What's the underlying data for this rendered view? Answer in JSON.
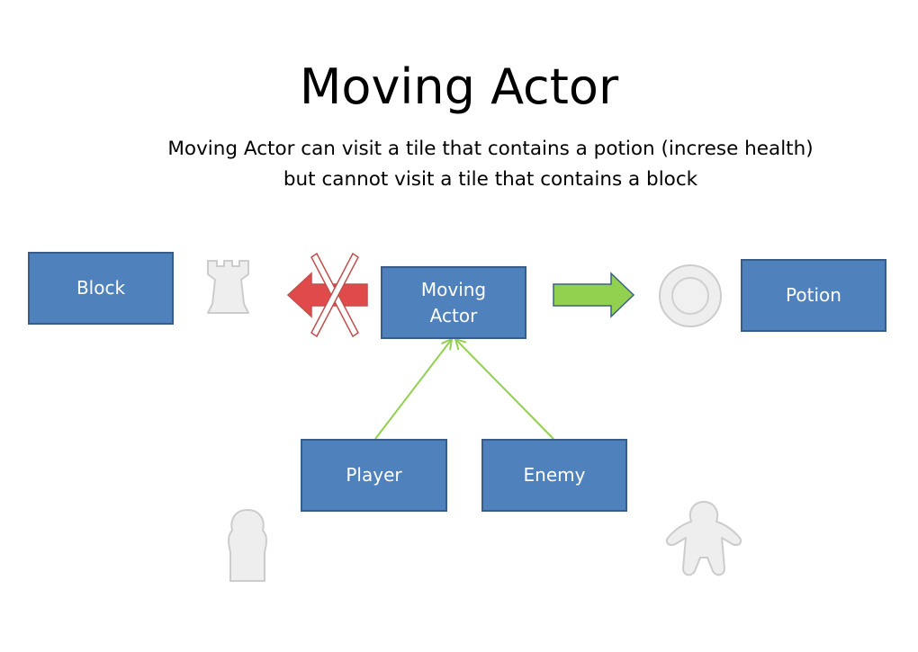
{
  "title": "Moving Actor",
  "description": {
    "line1": "Moving Actor can visit a tile that contains a potion (increse health)",
    "line2": "but cannot visit a tile that contains a block"
  },
  "nodes": {
    "block": "Block",
    "moving_actor": "Moving\nActor",
    "potion": "Potion",
    "player": "Player",
    "enemy": "Enemy"
  },
  "colors": {
    "box_fill": "#4f81bd",
    "box_border": "#385d8a",
    "forbidden_arrow": "#e04a4a",
    "allowed_arrow": "#92d050",
    "inheritance_arrow": "#92d050",
    "icon_fill": "#eeeeee",
    "icon_stroke": "#cccccc"
  },
  "icons": [
    "rook-icon",
    "forbidden-cross-icon",
    "potion-coin-icon",
    "pawn-icon",
    "person-icon"
  ]
}
